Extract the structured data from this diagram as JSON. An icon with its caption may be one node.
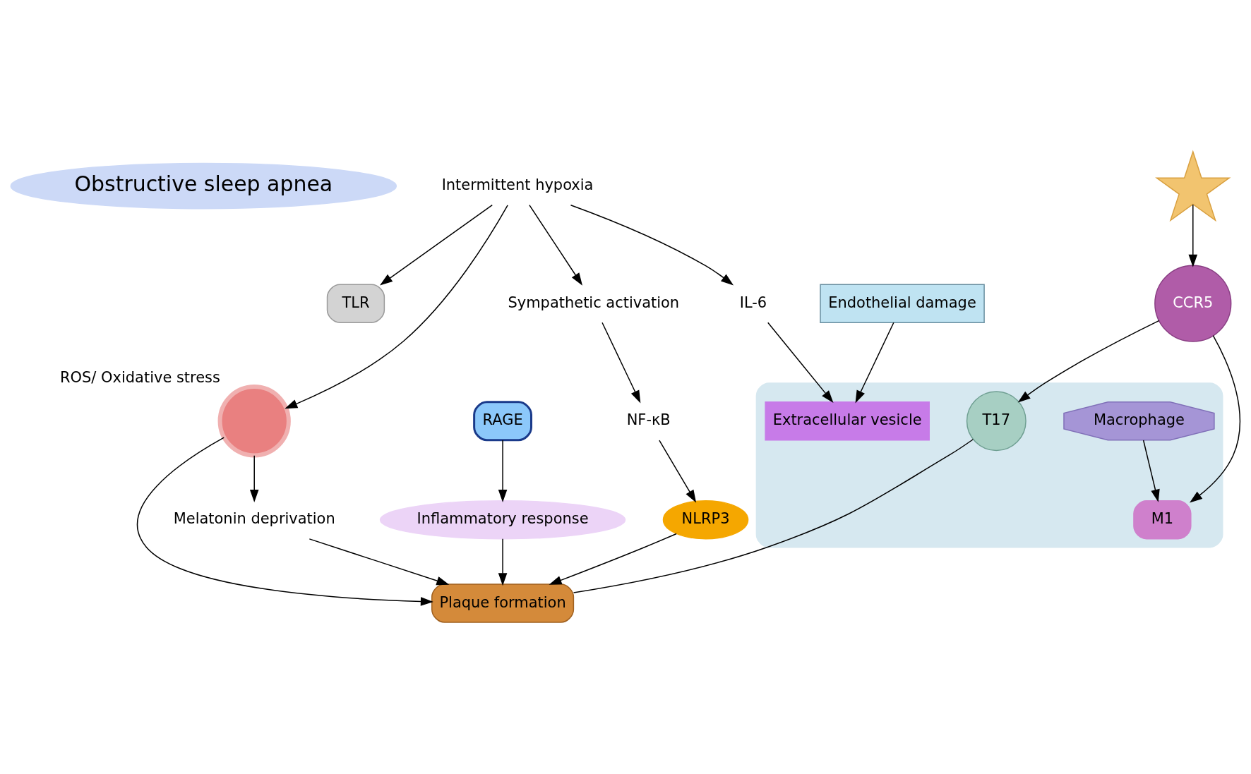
{
  "diagram": {
    "nodes": [
      {
        "text": [
          "Obstructive sleep apnea"
        ]
      },
      {
        "text": [
          "Intermittent hypoxia"
        ]
      },
      {
        "text": [
          "TLR"
        ]
      },
      {
        "text": [
          "RAGE"
        ]
      },
      {
        "text": [],
        "shape": "circle",
        "beside": [
          "ROS/ Oxidative stress"
        ]
      },
      {
        "text": [
          "Sympathetic activation"
        ]
      },
      {
        "text": [
          "NF-κB"
        ]
      },
      {
        "text": [
          "IL-6"
        ]
      },
      {
        "text": [
          "Inflammatory response"
        ]
      },
      {
        "text": [
          "Melatonin deprivation"
        ]
      },
      {
        "text": [
          "NLRP3"
        ]
      },
      {
        "text": [
          "Endothelial damage"
        ]
      },
      {
        "text": [],
        "shape": "picture"
      },
      {
        "text": [
          "CCR5"
        ]
      },
      {
        "text": [],
        "shape": "ellipse"
      },
      {
        "text": [
          "Extracellular vesicle"
        ],
        "in": 14
      },
      {
        "text": [
          "Macrophage"
        ],
        "in": 14
      },
      {
        "text": [
          "M1"
        ],
        "in": 14
      },
      {
        "text": [
          "T17"
        ],
        "in": 14
      },
      {
        "text": [
          "Plaque formation"
        ]
      }
    ],
    "edges": [
      {
        "from": 1,
        "to": 7,
        "arrow": "to"
      },
      {
        "from": 1,
        "to": 5,
        "arrow": "to"
      },
      {
        "from": 1,
        "to": 2,
        "arrow": "to"
      },
      {
        "from": 1,
        "to": 4,
        "arrow": "to"
      },
      {
        "from": 5,
        "to": 6,
        "arrow": "to"
      },
      {
        "from": 3,
        "to": 8,
        "arrow": "to"
      },
      {
        "from": 6,
        "to": 10,
        "arrow": "to"
      },
      {
        "from": 4,
        "to": 9,
        "arrow": "to"
      },
      {
        "from": 4,
        "to": 19,
        "arrow": "to"
      },
      {
        "from": 9,
        "to": 19,
        "arrow": "to"
      },
      {
        "from": 8,
        "to": 19,
        "arrow": "to"
      },
      {
        "from": 10,
        "to": 19,
        "arrow": "to"
      },
      {
        "from": 7,
        "to": 15,
        "arrow": "to"
      },
      {
        "from": 11,
        "to": 15,
        "arrow": "to"
      },
      {
        "from": 12,
        "to": 13,
        "arrow": "to"
      },
      {
        "from": 13,
        "to": 17,
        "arrow": "to"
      },
      {
        "from": 13,
        "to": 18,
        "arrow": "to"
      },
      {
        "from": 16,
        "to": 17,
        "arrow": "to"
      },
      {
        "from": 18,
        "to": 19,
        "arrow": "none"
      }
    ]
  }
}
